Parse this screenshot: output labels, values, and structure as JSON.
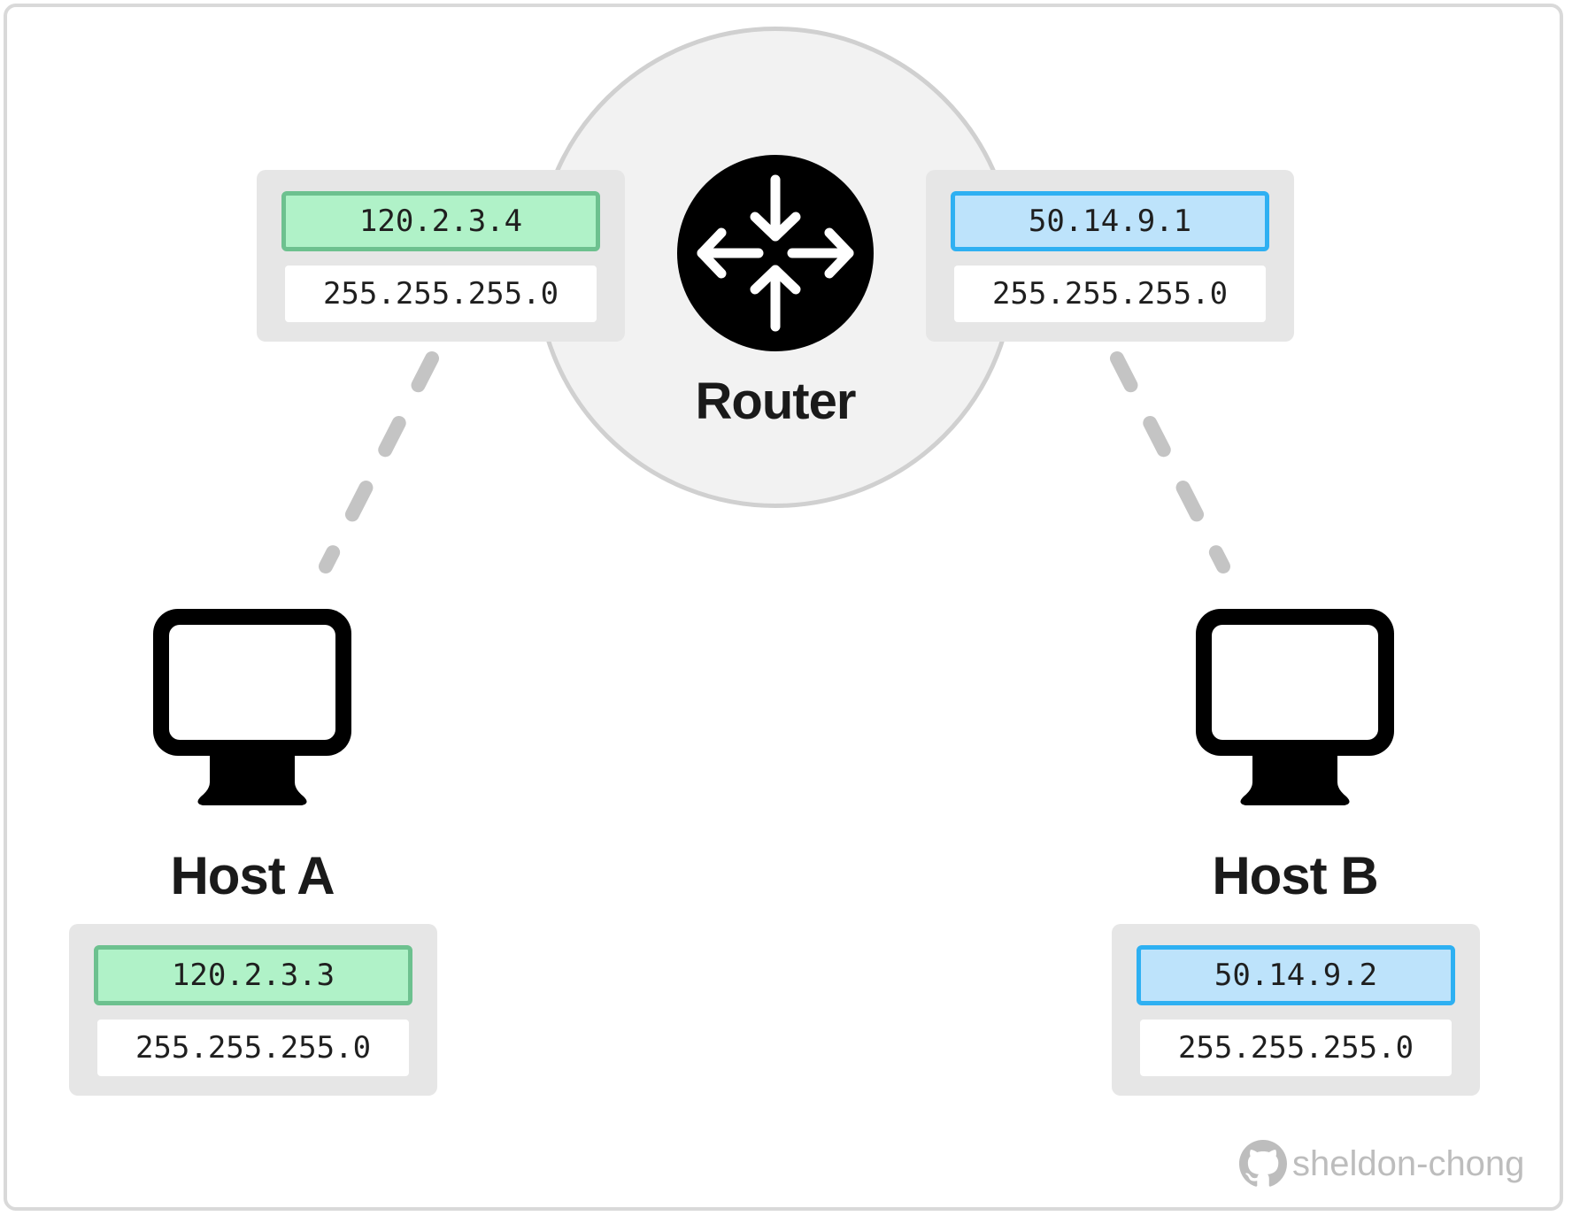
{
  "router": {
    "label": "Router",
    "left_interface": {
      "ip": "120.2.3.4",
      "mask": "255.255.255.0",
      "color": "#b0f2c8"
    },
    "right_interface": {
      "ip": "50.14.9.1",
      "mask": "255.255.255.0",
      "color": "#bde3fb"
    },
    "icon": "router-arrows-icon"
  },
  "hosts": {
    "a": {
      "label": "Host A",
      "ip": "120.2.3.3",
      "mask": "255.255.255.0",
      "icon": "monitor-icon"
    },
    "b": {
      "label": "Host B",
      "ip": "50.14.9.2",
      "mask": "255.255.255.0",
      "icon": "monitor-icon"
    }
  },
  "colors": {
    "subnet_a_fill": "#b0f2c8",
    "subnet_a_border": "#6dc18f",
    "subnet_b_fill": "#bde3fb",
    "subnet_b_border": "#2eb0f2",
    "link": "#c4c4c4"
  },
  "watermark": {
    "text": "sheldon-chong",
    "icon": "github-icon"
  }
}
